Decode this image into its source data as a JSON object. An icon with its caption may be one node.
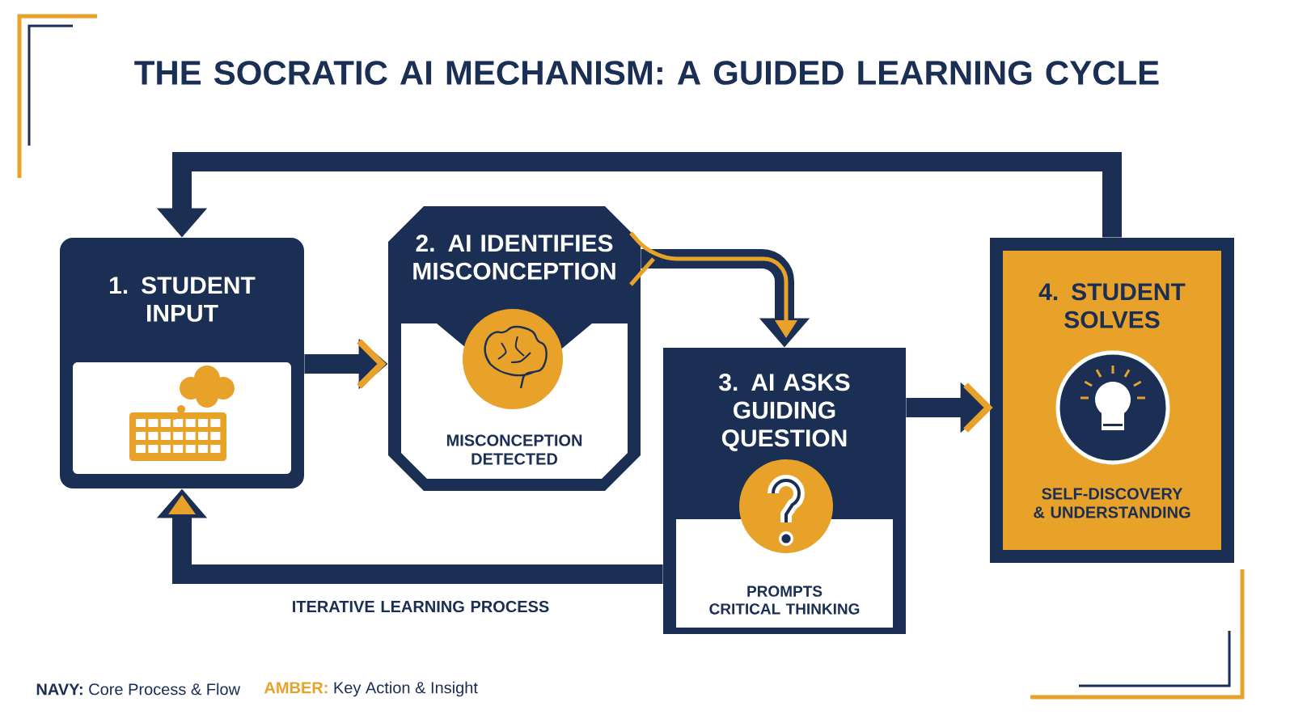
{
  "diagram": {
    "title": "THE SOCRATIC AI MECHANISM: A GUIDED LEARNING CYCLE",
    "nodes": [
      {
        "text": [
          "1. STUDENT INPUT"
        ]
      },
      {
        "text": [
          "2. AI IDENTIFIES MISCONCEPTION",
          "MISCONCEPTION DETECTED"
        ]
      },
      {
        "text": [
          "3. AI ASKS GUIDING QUESTION",
          "PROMPTS CRITICAL THINKING"
        ]
      },
      {
        "text": [
          "4. STUDENT SOLVES",
          "SELF-DISCOVERY & UNDERSTANDING"
        ]
      }
    ],
    "edges": [
      {
        "from": 0,
        "to": 1,
        "arrow": "to"
      },
      {
        "from": 1,
        "to": 2,
        "arrow": "to"
      },
      {
        "from": 2,
        "to": 3,
        "arrow": "to"
      },
      {
        "from": 3,
        "to": 0,
        "arrow": "to"
      },
      {
        "from": 2,
        "to": 0,
        "arrow": "to",
        "label": "ITERATIVE LEARNING PROCESS"
      }
    ],
    "legend": [
      {
        "text": "**NAVY:** Core Process & Flow",
        "color": "#1b2f55"
      },
      {
        "text": "**AMBER:** Key Action & Insight",
        "color": "#e8a22a"
      }
    ]
  }
}
